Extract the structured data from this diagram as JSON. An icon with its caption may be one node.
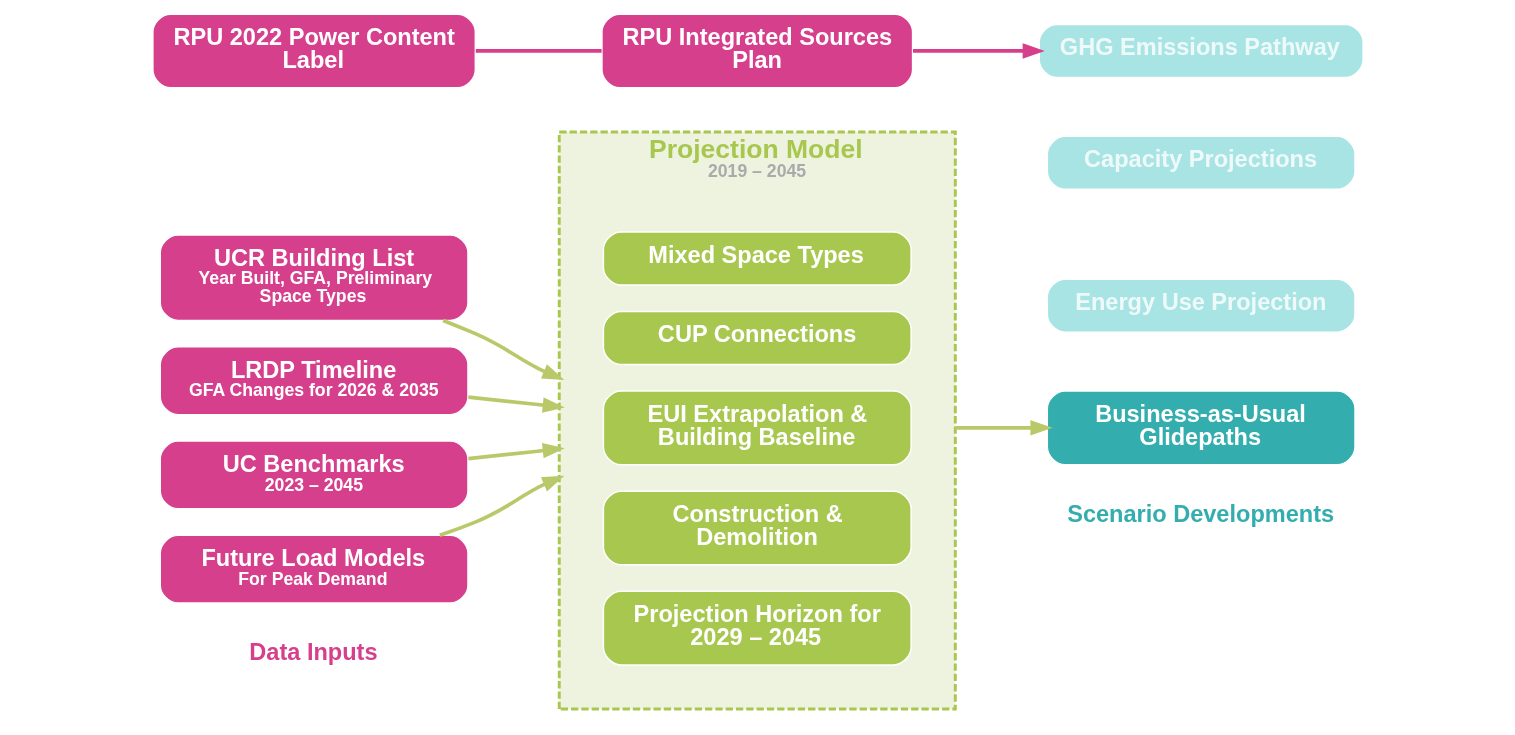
{
  "diagram": {
    "nodes": [
      {
        "text": [
          "UCR Building List",
          "Year Built, GFA, Preliminary Space Types"
        ]
      },
      {
        "text": [
          "LRDP Timeline",
          "GFA Changes for 2026 & 2035"
        ]
      },
      {
        "text": [
          "UC Benchmarks",
          "2023 – 2045"
        ]
      },
      {
        "text": [
          "Future Load Models",
          "For Peak Demand"
        ]
      },
      {
        "text": [
          "Projection Model",
          "2019 – 2045"
        ]
      },
      {
        "text": [
          "Mixed Space Types"
        ],
        "in": 4
      },
      {
        "text": [
          "CUP Connections"
        ],
        "in": 4
      },
      {
        "text": [
          "EUI Extrapolation & Building Baseline"
        ],
        "in": 4
      },
      {
        "text": [
          "Construction & Demolition"
        ],
        "in": 4
      },
      {
        "text": [
          "Projection Horizon for 2029 – 2045"
        ],
        "in": 4
      },
      {
        "text": [
          "Business-as-Usual Glidepaths"
        ]
      },
      {
        "text": [
          "Energy Use Projection"
        ]
      },
      {
        "text": [
          "Capacity Projections"
        ]
      },
      {
        "text": [
          "GHG Emissions Pathway"
        ]
      },
      {
        "text": [
          "RPU 2022 Power Content Label"
        ]
      },
      {
        "text": [
          "RPU Integrated Sources Plan"
        ]
      }
    ],
    "edges": [
      {
        "from": 0,
        "to": 4,
        "arrow": "to"
      },
      {
        "from": 1,
        "to": 4,
        "arrow": "to"
      },
      {
        "from": 2,
        "to": 4,
        "arrow": "to"
      },
      {
        "from": 3,
        "to": 4,
        "arrow": "to"
      },
      {
        "from": 4,
        "to": 10,
        "arrow": "to"
      },
      {
        "from": 14,
        "to": 15,
        "arrow": "none",
        "color": "#d63f8c"
      },
      {
        "from": 15,
        "to": 13,
        "arrow": "to",
        "color": "#d63f8c"
      }
    ],
    "labels": [
      "Data Inputs",
      "Scenario Developments"
    ]
  }
}
